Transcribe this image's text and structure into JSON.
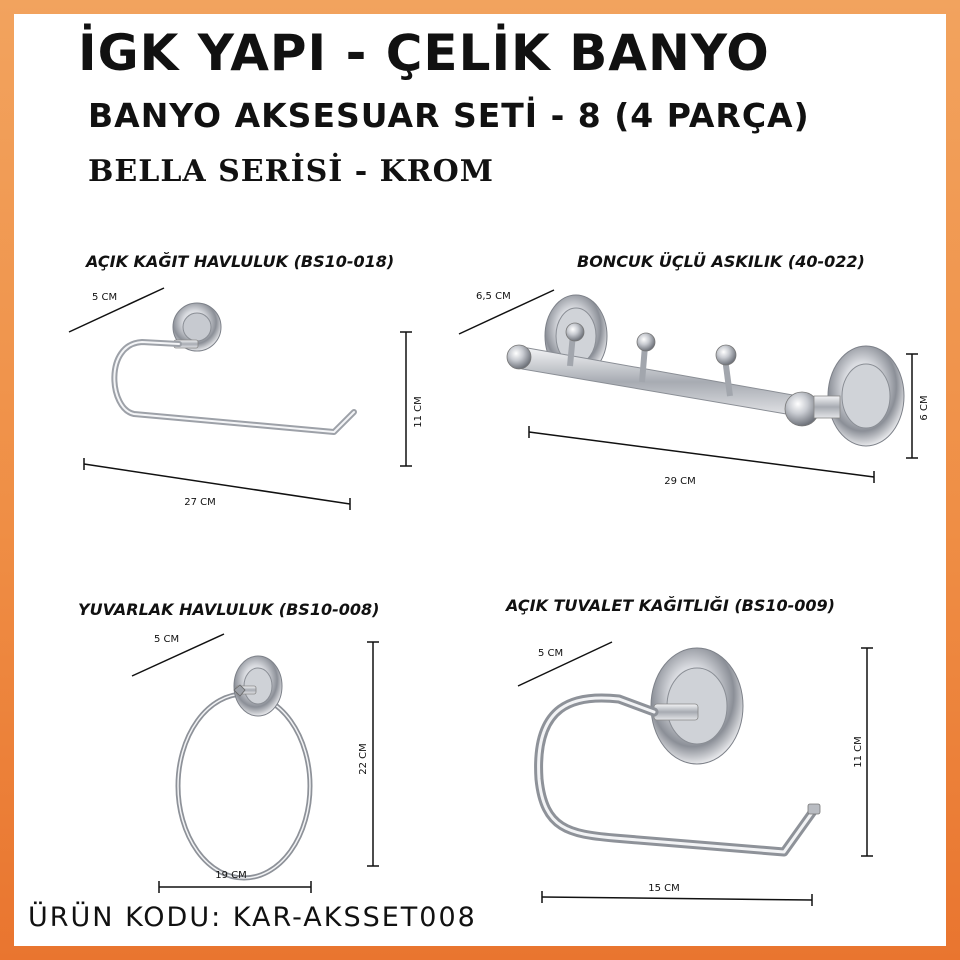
{
  "header": {
    "title": "İGK YAPI - ÇELİK BANYO",
    "subtitle": "BANYO AKSESUAR SETİ - 8 (4 PARÇA)",
    "series": "BELLA SERİSİ - KROM"
  },
  "products": [
    {
      "name": "AÇIK KAĞIT HAVLULUK (BS10-018)",
      "dims": {
        "depth": "5 CM",
        "height": "11 CM",
        "width": "27 CM"
      }
    },
    {
      "name": "BONCUK ÜÇLÜ ASKILIK (40-022)",
      "dims": {
        "depth": "6,5 CM",
        "height": "6 CM",
        "width": "29 CM"
      }
    },
    {
      "name": "YUVARLAK HAVLULUK (BS10-008)",
      "dims": {
        "depth": "5 CM",
        "height": "22 CM",
        "width": "19 CM"
      }
    },
    {
      "name": "AÇIK TUVALET KAĞITLIĞI (BS10-009)",
      "dims": {
        "depth": "5 CM",
        "height": "11 CM",
        "width": "15 CM"
      }
    }
  ],
  "footer": {
    "product_code": "ÜRÜN KODU: KAR-AKSSET008"
  },
  "colors": {
    "frame_top": "#f2a35e",
    "frame_bottom": "#e9752f",
    "background": "#ffffff",
    "text": "#111111"
  }
}
